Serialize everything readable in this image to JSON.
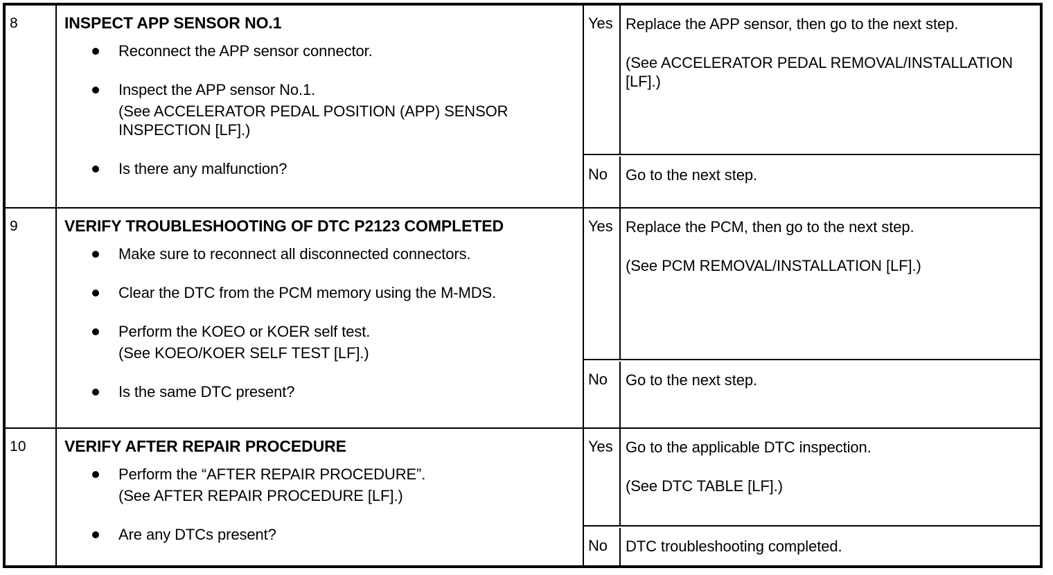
{
  "table": {
    "rows": [
      {
        "step": "8",
        "title": "INSPECT APP SENSOR NO.1",
        "items": [
          {
            "bullet": true,
            "text": "Reconnect the APP sensor connector."
          },
          {
            "bullet": true,
            "text": "Inspect the APP sensor No.1."
          },
          {
            "bullet": false,
            "text": "(See ACCELERATOR PEDAL POSITION (APP) SENSOR INSPECTION [LF].)"
          },
          {
            "bullet": true,
            "text": "Is there any malfunction?"
          }
        ],
        "results": [
          {
            "answer": "Yes",
            "lines": [
              "Replace the APP sensor, then go to the next step.",
              "(See ACCELERATOR PEDAL REMOVAL/INSTALLATION [LF].)"
            ]
          },
          {
            "answer": "No",
            "lines": [
              "Go to the next step."
            ]
          }
        ]
      },
      {
        "step": "9",
        "title": "VERIFY TROUBLESHOOTING OF DTC P2123 COMPLETED",
        "items": [
          {
            "bullet": true,
            "text": "Make sure to reconnect all disconnected connectors."
          },
          {
            "bullet": true,
            "text": "Clear the DTC from the PCM memory using the M-MDS."
          },
          {
            "bullet": true,
            "text": "Perform the KOEO or KOER self test."
          },
          {
            "bullet": false,
            "text": "(See KOEO/KOER SELF TEST [LF].)"
          },
          {
            "bullet": true,
            "text": "Is the same DTC present?"
          }
        ],
        "results": [
          {
            "answer": "Yes",
            "lines": [
              "Replace the PCM, then go to the next step.",
              "(See PCM REMOVAL/INSTALLATION [LF].)"
            ]
          },
          {
            "answer": "No",
            "lines": [
              "Go to the next step."
            ]
          }
        ]
      },
      {
        "step": "10",
        "title": "VERIFY AFTER REPAIR PROCEDURE",
        "items": [
          {
            "bullet": true,
            "text": "Perform the “AFTER REPAIR PROCEDURE”."
          },
          {
            "bullet": false,
            "text": "(See AFTER REPAIR PROCEDURE [LF].)"
          },
          {
            "bullet": true,
            "text": "Are any DTCs present?"
          }
        ],
        "results": [
          {
            "answer": "Yes",
            "lines": [
              "Go to the applicable DTC inspection.",
              "(See DTC TABLE [LF].)"
            ]
          },
          {
            "answer": "No",
            "lines": [
              "DTC troubleshooting completed."
            ]
          }
        ]
      }
    ]
  }
}
